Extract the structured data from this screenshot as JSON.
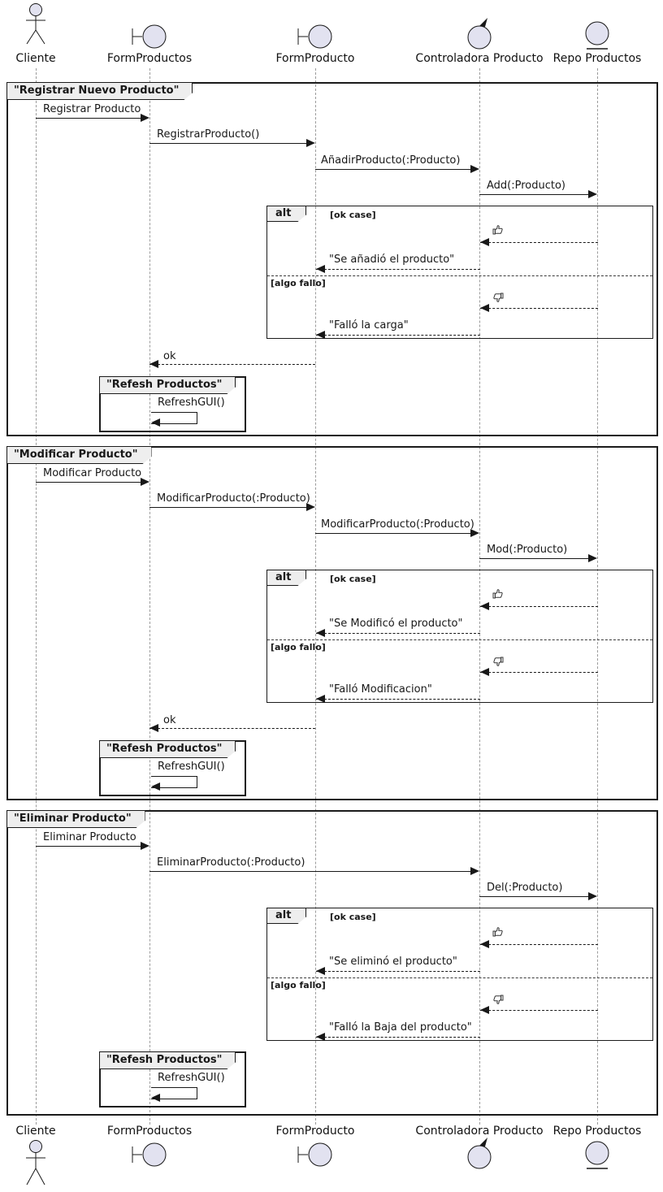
{
  "diagram": {
    "type": "uml-sequence-diagram",
    "colors": {
      "icon_fill": "#E2E2F0",
      "frame_title_bg": "#EEEEEE",
      "stroke": "#181818",
      "lifeline": "#9B9B9B"
    },
    "participants": [
      {
        "label": "Cliente",
        "type": "actor"
      },
      {
        "label": "FormProductos",
        "type": "boundary"
      },
      {
        "label": "FormProducto",
        "type": "boundary"
      },
      {
        "label": "Controladora Producto",
        "type": "control"
      },
      {
        "label": "Repo Productos",
        "type": "entity"
      }
    ],
    "icons": {
      "thumbs_up": "👍",
      "thumbs_down": "👎"
    },
    "frames": [
      {
        "title": "\"Registrar Nuevo Producto\"",
        "messages": {
          "m1": "Registrar Producto",
          "m2": "RegistrarProducto()",
          "m3": "AñadirProducto(:Producto)",
          "m4": "Add(:Producto)"
        },
        "alt": {
          "operator": "alt",
          "guard_ok": "[ok case]",
          "guard_fail": "[algo fallo]",
          "ok_reply": "\"Se añadió el producto\"",
          "fail_reply": "\"Falló la carga\""
        },
        "ok_reply": "ok",
        "refresh": {
          "title": "\"Refesh Productos\"",
          "call": "RefreshGUI()"
        }
      },
      {
        "title": "\"Modificar Producto\"",
        "messages": {
          "m1": "Modificar Producto",
          "m2": "ModificarProducto(:Producto)",
          "m3": "ModificarProducto(:Producto)",
          "m4": "Mod(:Producto)"
        },
        "alt": {
          "operator": "alt",
          "guard_ok": "[ok case]",
          "guard_fail": "[algo fallo]",
          "ok_reply": "\"Se Modificó el producto\"",
          "fail_reply": "\"Falló Modificacion\""
        },
        "ok_reply": "ok",
        "refresh": {
          "title": "\"Refesh Productos\"",
          "call": "RefreshGUI()"
        }
      },
      {
        "title": "\"Eliminar Producto\"",
        "messages": {
          "m1": "Eliminar Producto",
          "m2": "EliminarProducto(:Producto)",
          "m3": "Del(:Producto)"
        },
        "alt": {
          "operator": "alt",
          "guard_ok": "[ok case]",
          "guard_fail": "[algo fallo]",
          "ok_reply": "\"Se eliminó el producto\"",
          "fail_reply": "\"Falló la Baja del producto\""
        },
        "refresh": {
          "title": "\"Refesh Productos\"",
          "call": "RefreshGUI()"
        }
      }
    ]
  }
}
